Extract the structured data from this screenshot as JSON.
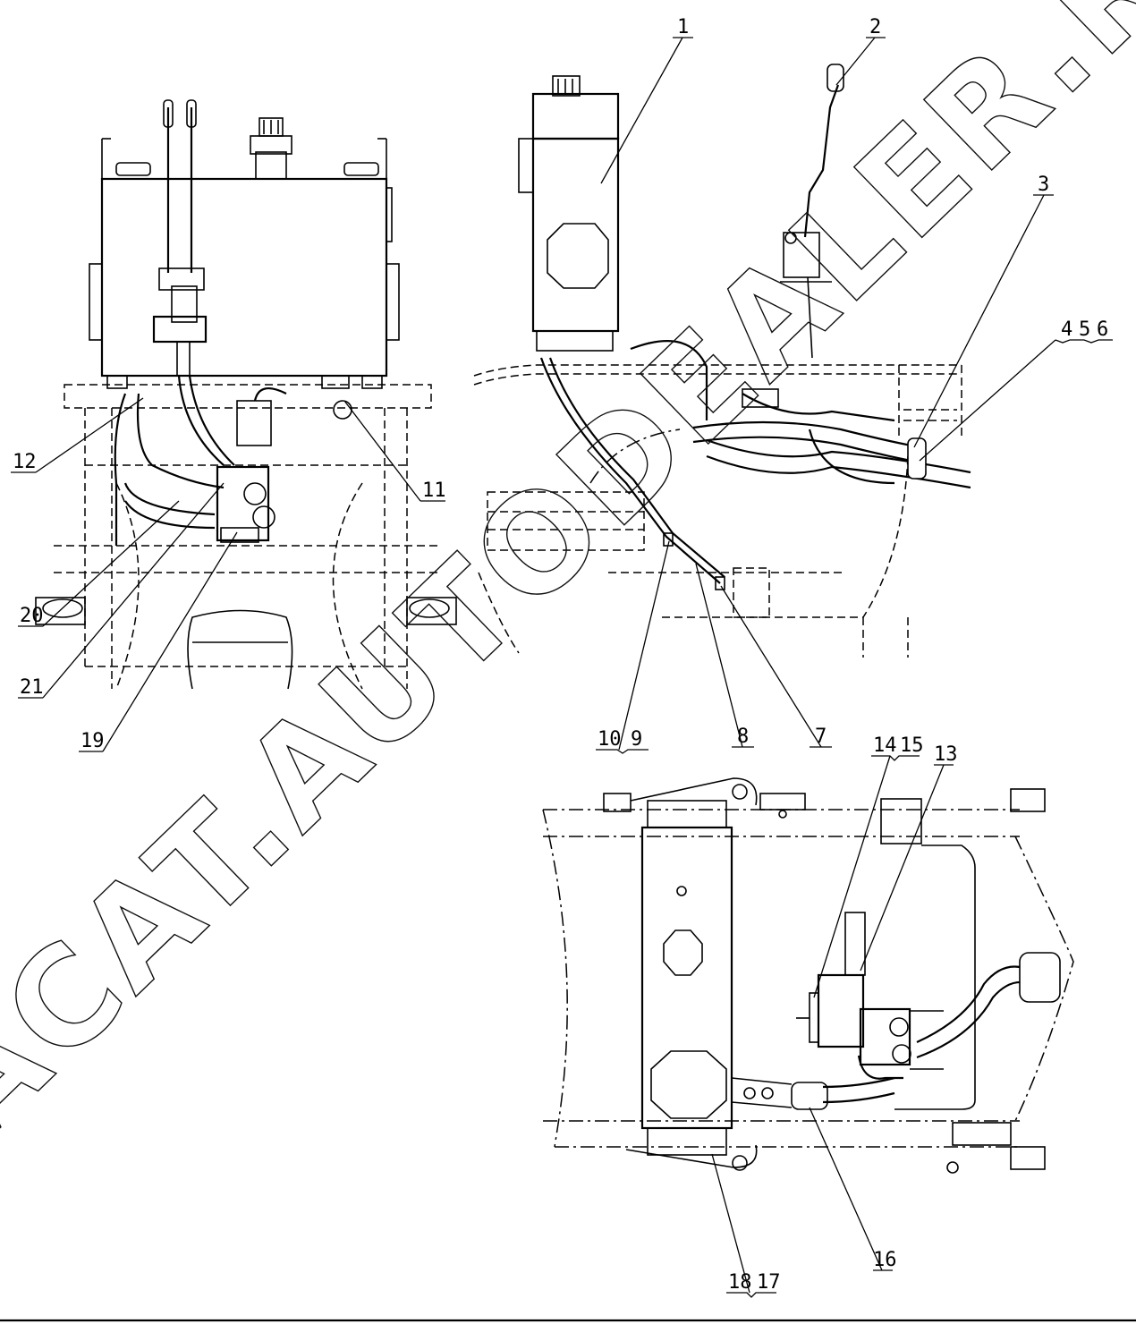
{
  "watermark": {
    "text": "ACAT.AUTODEALER.RU",
    "color": "#000000"
  },
  "callouts": [
    {
      "id": "c1",
      "label": "1"
    },
    {
      "id": "c2",
      "label": "2"
    },
    {
      "id": "c3",
      "label": "3"
    },
    {
      "id": "c4",
      "label": "4"
    },
    {
      "id": "c5",
      "label": "5"
    },
    {
      "id": "c6",
      "label": "6"
    },
    {
      "id": "c7",
      "label": "7"
    },
    {
      "id": "c8",
      "label": "8"
    },
    {
      "id": "c9",
      "label": "9"
    },
    {
      "id": "c10",
      "label": "10"
    },
    {
      "id": "c11",
      "label": "11"
    },
    {
      "id": "c12",
      "label": "12"
    },
    {
      "id": "c13",
      "label": "13"
    },
    {
      "id": "c14",
      "label": "14"
    },
    {
      "id": "c15",
      "label": "15"
    },
    {
      "id": "c16",
      "label": "16"
    },
    {
      "id": "c17",
      "label": "17"
    },
    {
      "id": "c18",
      "label": "18"
    },
    {
      "id": "c19",
      "label": "19"
    },
    {
      "id": "c20",
      "label": "20"
    },
    {
      "id": "c21",
      "label": "21"
    }
  ],
  "colors": {
    "line": "#000000",
    "background": "#ffffff"
  }
}
